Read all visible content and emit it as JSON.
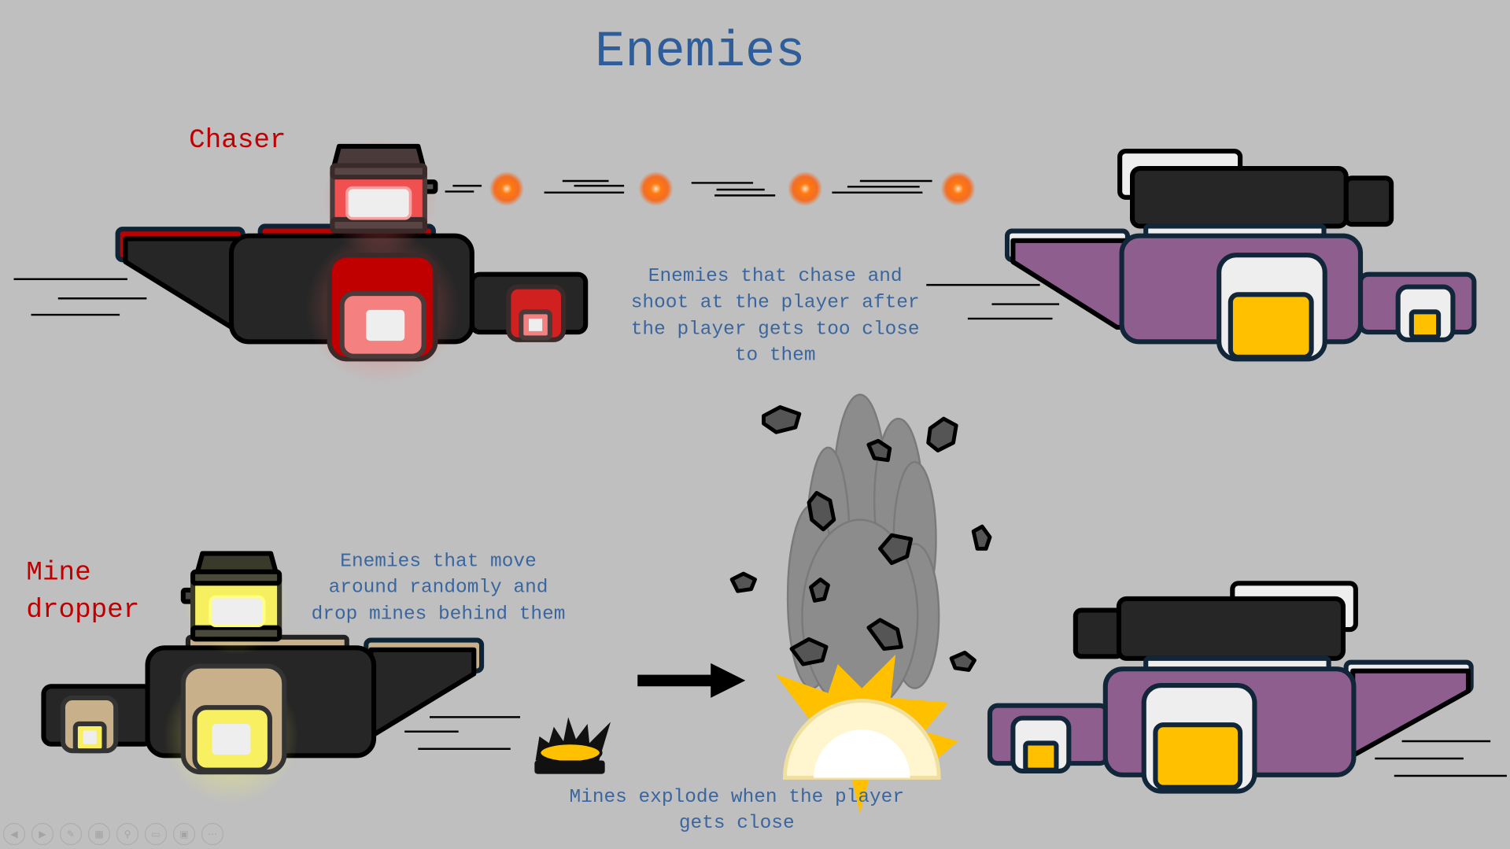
{
  "slide": {
    "title": "Enemies",
    "chaser": {
      "label": "Chaser",
      "description": [
        "Enemies that chase and",
        "shoot at the player after",
        "the player gets too close",
        "to them"
      ]
    },
    "mine_dropper": {
      "label_lines": [
        "Mine",
        "dropper"
      ],
      "description": [
        "Enemies that move",
        "around randomly and",
        "drop mines behind them"
      ]
    },
    "mine": {
      "description": [
        "Mines explode when the player",
        "gets close"
      ]
    }
  },
  "colors": {
    "title": "#2e5d9a",
    "label": "#c00000",
    "description": "#3a66a0",
    "background": "#bfbfbf",
    "purple": "#8e5f8e",
    "yellow": "#ffc000"
  },
  "toolbar": [
    {
      "name": "previous-slide",
      "icon": "◀"
    },
    {
      "name": "next-slide",
      "icon": "▶"
    },
    {
      "name": "pen",
      "icon": "✎"
    },
    {
      "name": "see-all-slides",
      "icon": "▦"
    },
    {
      "name": "zoom",
      "icon": "⚲"
    },
    {
      "name": "subtitles",
      "icon": "▭"
    },
    {
      "name": "camera",
      "icon": "▣"
    },
    {
      "name": "more-options",
      "icon": "⋯"
    }
  ]
}
